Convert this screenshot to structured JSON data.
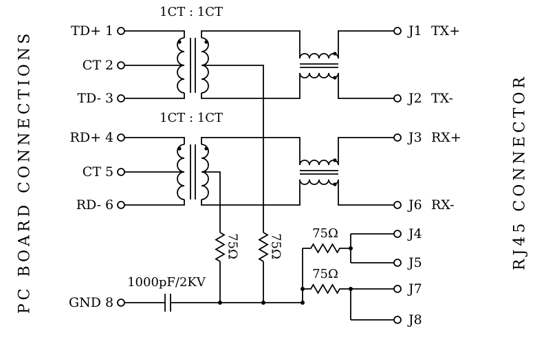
{
  "titles": {
    "left": "PC BOARD CONNECTIONS",
    "right": "RJ45 CONNECTOR"
  },
  "transformers": {
    "tx_ratio": "1CT : 1CT",
    "rx_ratio": "1CT : 1CT"
  },
  "resistors": {
    "r_tx_ct": "75Ω",
    "r_rx_ct": "75Ω",
    "r_j4j5": "75Ω",
    "r_j7j8": "75Ω"
  },
  "capacitor": {
    "value": "1000pF/2KV"
  },
  "left_pins": [
    {
      "name": "TD+",
      "num": "1"
    },
    {
      "name": "CT",
      "num": "2"
    },
    {
      "name": "TD-",
      "num": "3"
    },
    {
      "name": "RD+",
      "num": "4"
    },
    {
      "name": "CT",
      "num": "5"
    },
    {
      "name": "RD-",
      "num": "6"
    },
    {
      "name": "GND",
      "num": "8"
    }
  ],
  "right_pins": [
    {
      "name": "J1",
      "signal": "TX+"
    },
    {
      "name": "J2",
      "signal": "TX-"
    },
    {
      "name": "J3",
      "signal": "RX+"
    },
    {
      "name": "J6",
      "signal": "RX-"
    },
    {
      "name": "J4",
      "signal": ""
    },
    {
      "name": "J5",
      "signal": ""
    },
    {
      "name": "J7",
      "signal": ""
    },
    {
      "name": "J8",
      "signal": ""
    }
  ],
  "colors": {
    "line": "#000000",
    "background": "#ffffff"
  }
}
